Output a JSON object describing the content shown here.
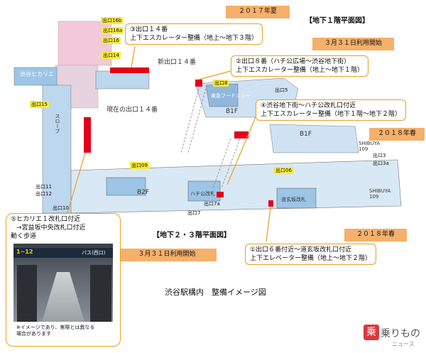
{
  "headings": {
    "b1_plan": "【地下１階平面図】",
    "b23_plan": "【地下２・３階平面図】",
    "title": "渋谷駅構内　整備イメージ図"
  },
  "tags": {
    "summer_2017": "２０１７年夏",
    "spring_2018_a": "２０１８年春",
    "spring_2018_b": "２０１８年春",
    "march31_a": "３月３１日利用開始",
    "march31_b": "３月３１日利用開始"
  },
  "callouts": {
    "c3": {
      "line1": "③出口１４番",
      "line2": "上下エスカレーター整備（地上～地下３階）"
    },
    "c2": {
      "line1": "②出口８番（ハチ公広場～渋谷地下街）",
      "line2": "上下エスカレーター整備（地上～地下１階）"
    },
    "c4": {
      "line1": "④渋谷地下街～ハチ公改札口付近",
      "line2": "上下エスカレーター整備（地下１階～地下２階）"
    },
    "c1": {
      "line1": "①出口６番付近～道玄坂改札口付近",
      "line2": "上下エレベーター整備（地上～地下２階）"
    },
    "c5": {
      "line1": "⑤ヒカリエ１改札口付近",
      "line2": "→宮益坂中央改札口付近",
      "line3": "動く歩道"
    }
  },
  "map_labels": {
    "new_exit14": "新出口１４番",
    "current_exit14": "現在の出口１４番",
    "exits": [
      "出口16b",
      "出口16a",
      "出口16",
      "出口14",
      "出口15",
      "出口8",
      "出口5",
      "出口09",
      "出口06",
      "出口11",
      "出口12",
      "出口10",
      "出口7",
      "出口7a",
      "出口3",
      "出口3a"
    ],
    "hikarie": "渋谷ヒカリエ",
    "b1f_1": "B1F",
    "b1f_2": "B1F",
    "b2f": "B2F",
    "shibuya109_1": "SHIBUYA 109",
    "shibuya109_2": "SHIBUYA 109",
    "hachiko_gate": "ハチ公改札",
    "dogenzaka_gate": "道玄坂改札",
    "slope": "スロープ",
    "food_show": "東急フードショー"
  },
  "photo": {
    "sign_text": "1~12",
    "sign_bus": "バス(西口)",
    "note_line1": "※イメージであり、実際とは異なる",
    "note_line2": "場合があります"
  },
  "logo": {
    "text": "乗りもの",
    "sub": "ニュース"
  },
  "colors": {
    "orange_tag": "#f5b06a",
    "callout_border": "#e8a020",
    "exit_yellow": "#f7ec3a",
    "escalator_red": "#e3001b",
    "map_blue": "#9cc5e6",
    "map_pink": "#f2c9d8"
  }
}
